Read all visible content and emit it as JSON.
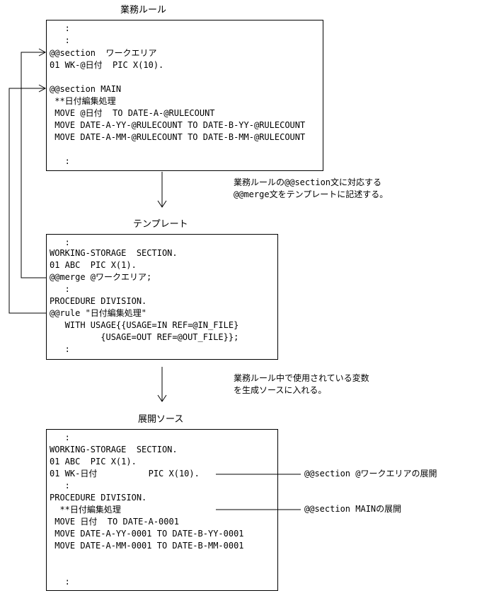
{
  "titles": {
    "rules": "業務ルール",
    "template": "テンプレート",
    "expanded": "展開ソース"
  },
  "rules_lines": [
    "   :",
    "   :",
    "@@section  ワークエリア",
    "01 WK-@日付  PIC X(10).",
    "",
    "@@section MAIN",
    " **日付編集処理",
    " MOVE @日付  TO DATE-A-@RULECOUNT",
    " MOVE DATE-A-YY-@RULECOUNT TO DATE-B-YY-@RULECOUNT",
    " MOVE DATE-A-MM-@RULECOUNT TO DATE-B-MM-@RULECOUNT",
    "",
    "   :"
  ],
  "template_lines": [
    "   :",
    "WORKING-STORAGE  SECTION.",
    "01 ABC  PIC X(1).",
    "@@merge @ワークエリア;",
    "   :",
    "PROCEDURE DIVISION.",
    "@@rule \"日付編集処理\"",
    "   WITH USAGE{{USAGE=IN REF=@IN_FILE}",
    "          {USAGE=OUT REF=@OUT_FILE}};",
    "   :"
  ],
  "expanded_lines": [
    "   :",
    "WORKING-STORAGE  SECTION.",
    "01 ABC  PIC X(1).",
    "01 WK-日付          PIC X(10).",
    "   :",
    "PROCEDURE DIVISION.",
    "  **日付編集処理",
    " MOVE 日付  TO DATE-A-0001",
    " MOVE DATE-A-YY-0001 TO DATE-B-YY-0001",
    " MOVE DATE-A-MM-0001 TO DATE-B-MM-0001",
    "",
    "",
    "",
    "   :"
  ],
  "notes": {
    "step1": [
      "業務ルールの@@section文に対応する",
      "@@merge文をテンプレートに記述する。"
    ],
    "step2": [
      "業務ルール中で使用されている変数",
      "を生成ソースに入れる。"
    ],
    "callout_workarea": "@@section @ワークエリアの展開",
    "callout_main": "@@section MAINの展開"
  }
}
